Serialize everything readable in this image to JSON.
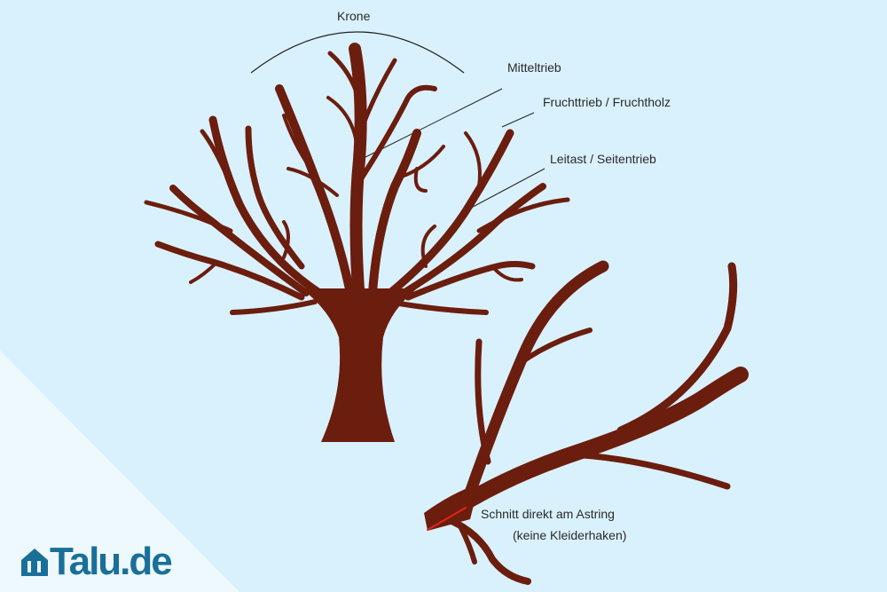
{
  "labels": {
    "krone": "Krone",
    "mitteltrieb": "Mitteltrieb",
    "fruchttrieb": "Fruchttrieb / Fruchtholz",
    "leitast": "Leitast / Seitentrieb",
    "schnitt_line1": "Schnitt direkt am Astring",
    "schnitt_line2": "(keine Kleiderhaken)"
  },
  "logo": {
    "text": "Talu.de"
  },
  "colors": {
    "background": "#d9f1fc",
    "corner": "#eef9fe",
    "tree": "#6b1d0e",
    "cut": "#e8231a",
    "logo": "#1a6f99"
  }
}
